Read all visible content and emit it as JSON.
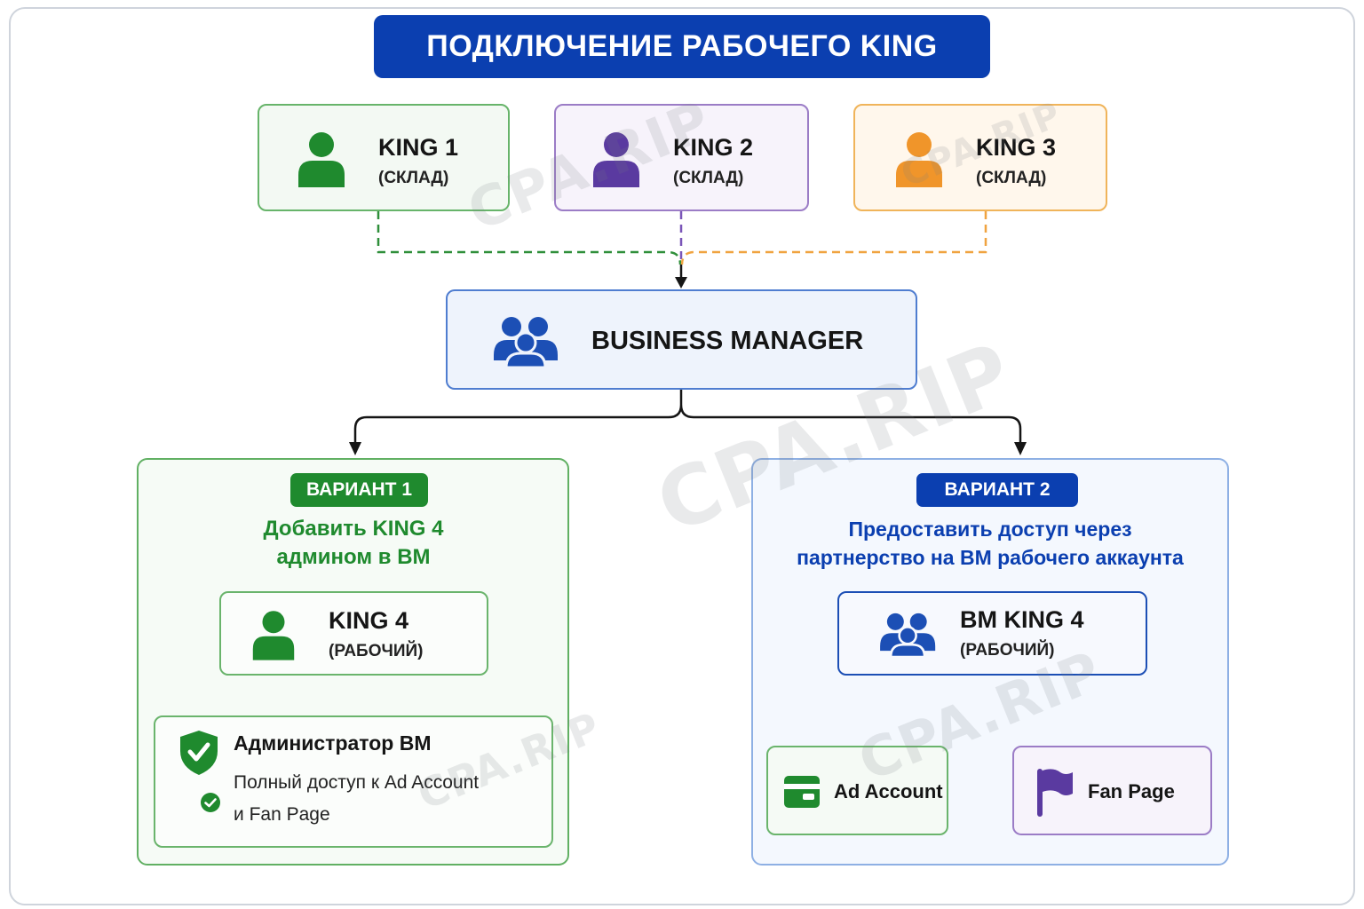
{
  "header": {
    "title": "ПОДКЛЮЧЕНИЕ РАБОЧЕГО KING"
  },
  "sources": [
    {
      "name": "KING 1",
      "sub": "(СКЛАД)",
      "color": "#1f8a2e"
    },
    {
      "name": "KING 2",
      "sub": "(СКЛАД)",
      "color": "#5a3aa0"
    },
    {
      "name": "KING 3",
      "sub": "(СКЛАД)",
      "color": "#f0952a"
    }
  ],
  "business_manager": {
    "label": "BUSINESS MANAGER",
    "color": "#1c4fb5"
  },
  "variant1": {
    "badge": "ВАРИАНТ 1",
    "title_line1": "Добавить KING 4",
    "title_line2": "админом в BM",
    "account": {
      "name": "KING 4",
      "sub": "(РАБОЧИЙ)"
    },
    "result": {
      "title": "Администратор BM",
      "line1": "Полный доступ к Ad Account",
      "line2": "и Fan Page"
    }
  },
  "variant2": {
    "badge": "ВАРИАНТ 2",
    "title_line1": "Предоставить доступ через",
    "title_line2": "партнерство на BM рабочего аккаунта",
    "account": {
      "name": "BM KING 4",
      "sub": "(РАБОЧИЙ)"
    },
    "ad_account": "Ad Account",
    "fan_page": "Fan Page"
  },
  "watermark": "CPA.RIP"
}
